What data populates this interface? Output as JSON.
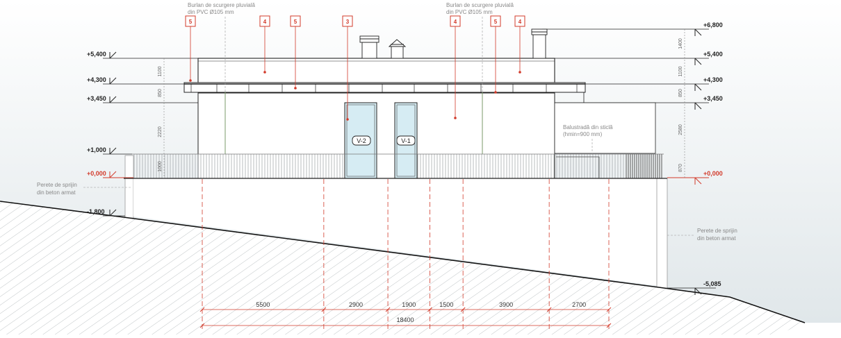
{
  "notes": {
    "downspout_left": [
      "Burlan de scurgere pluvială",
      "din PVC Ø105 mm"
    ],
    "downspout_right": [
      "Burlan de scurgere pluvială",
      "din PVC Ø105 mm"
    ],
    "retaining_left": [
      "Perete de sprijin",
      "din beton armat"
    ],
    "retaining_right": [
      "Perete de sprijin",
      "din beton armat"
    ],
    "railing": [
      "Balustradă din sticlă",
      "(hmin=900 mm)"
    ]
  },
  "left_levels": [
    "+5,400",
    "+4,300",
    "+3,450",
    "+1,000",
    "+0,000",
    "-1,800"
  ],
  "right_levels": [
    "+6,800",
    "+5,400",
    "+4,300",
    "+3,450",
    "+0,000",
    "-5,085"
  ],
  "left_vdims": [
    "1100",
    "850",
    "2220",
    "1000"
  ],
  "right_vdims": [
    "1400",
    "1100",
    "850",
    "2580",
    "870"
  ],
  "tags": [
    "5",
    "4",
    "5",
    "3",
    "4",
    "5",
    "4"
  ],
  "windows": [
    "V-2",
    "V-1"
  ],
  "dims": [
    "5500",
    "2900",
    "1900",
    "1500",
    "3900",
    "2700"
  ],
  "total_dim": "18400",
  "colors": {
    "accent": "#d23a2a",
    "line": "#222222",
    "glass": "#d6ecf3",
    "ground": "#e5ebed"
  }
}
